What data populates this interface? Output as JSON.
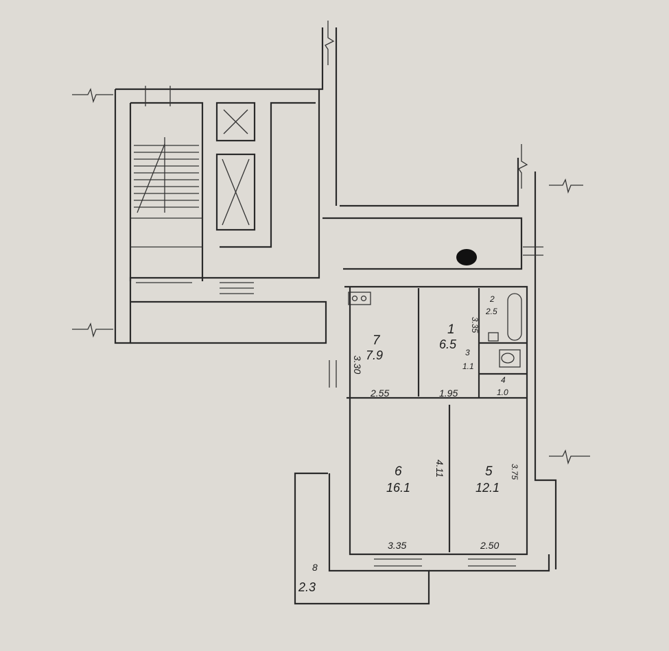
{
  "plan": {
    "rooms": [
      {
        "id": "room-7",
        "number": "7",
        "area": "7.9"
      },
      {
        "id": "room-1",
        "number": "1",
        "area": "6.5"
      },
      {
        "id": "room-2",
        "number": "2",
        "area": "2.5"
      },
      {
        "id": "room-3",
        "number": "3",
        "area": "1.1"
      },
      {
        "id": "room-4",
        "number": "4",
        "area": "1.0"
      },
      {
        "id": "room-6",
        "number": "6",
        "area": "16.1"
      },
      {
        "id": "room-5",
        "number": "5",
        "area": "12.1"
      },
      {
        "id": "room-8",
        "number": "8",
        "area": "2.3"
      }
    ],
    "dimensions": {
      "d_330": "3.30",
      "d_255": "2.55",
      "d_195": "1.95",
      "d_335": "3.35",
      "d_411": "4.11",
      "d_375": "3.75",
      "d_335b": "3.35",
      "d_250": "2.50"
    }
  },
  "colors": {
    "paper": "#dedbd5",
    "ink": "#2a2a2a"
  }
}
